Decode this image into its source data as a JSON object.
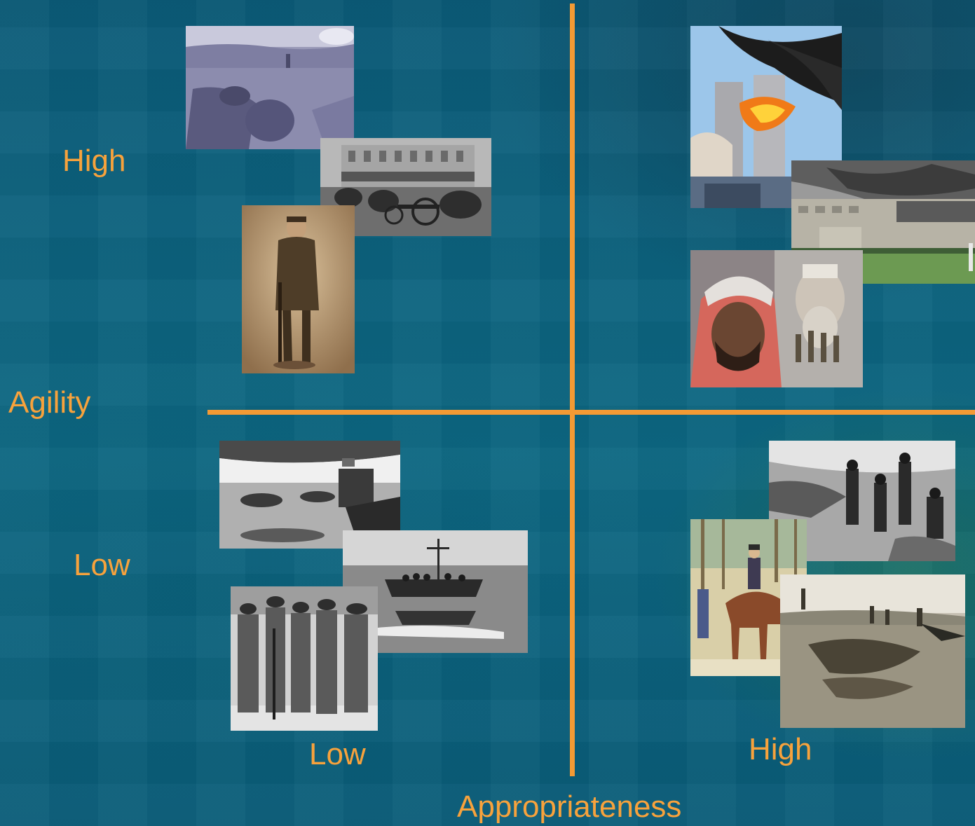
{
  "labels": {
    "y_axis_title": "Agility",
    "y_high": "High",
    "y_low": "Low",
    "x_axis_title": "Appropriateness",
    "x_low": "Low",
    "x_high": "High"
  },
  "colors": {
    "background": "#0c6782",
    "axis_lines": "#f39a34",
    "label_text": "#f7a23c"
  },
  "quadrants": {
    "high_agility_low_appropriateness": [
      "ww1-field-photo",
      "ww1-artillery-street-photo",
      "ww1-soldier-portrait-photo"
    ],
    "high_agility_high_appropriateness": [
      "twin-towers-attack-photo",
      "pentagon-fire-photo",
      "militant-collage-photo"
    ],
    "low_agility_low_appropriateness": [
      "beach-landing-photo",
      "landing-craft-photo",
      "soldiers-group-photo"
    ],
    "low_agility_high_appropriateness": [
      "civil-war-officers-photo",
      "civil-war-horseman-illustration",
      "battlefield-field-photo"
    ]
  }
}
